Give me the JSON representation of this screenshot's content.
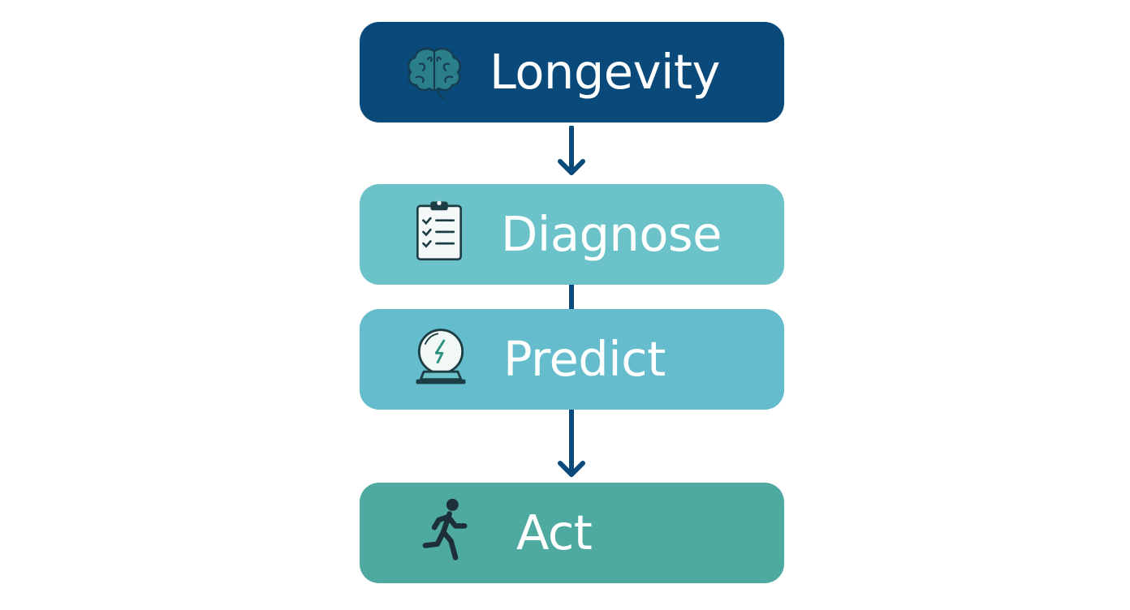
{
  "steps": [
    {
      "label": "Longevity",
      "icon": "brain-icon"
    },
    {
      "label": "Diagnose",
      "icon": "clipboard-checklist-icon"
    },
    {
      "label": "Predict",
      "icon": "crystal-ball-icon"
    },
    {
      "label": "Act",
      "icon": "running-person-icon"
    }
  ],
  "colors": {
    "longevity_box": "#0a4a7a",
    "diagnose_box": "#6bc3c9",
    "predict_box": "#64bccc",
    "act_box": "#4ea9a0",
    "connector": "#0a4a7a",
    "label_text": "#ffffff",
    "icon_stroke": "#1d3d44"
  }
}
